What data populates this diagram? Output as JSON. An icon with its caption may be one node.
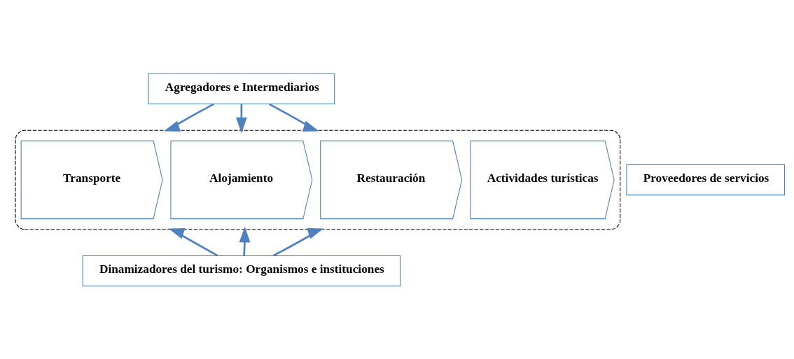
{
  "diagram": {
    "nodes": [
      {
        "text": [
          "Agregadores e Intermediarios"
        ]
      },
      {
        "text": [],
        "shape": "box"
      },
      {
        "text": [
          "Proveedores de servicios"
        ]
      },
      {
        "text": [
          "Transporte"
        ],
        "in": 1
      },
      {
        "text": [
          "Alojamiento"
        ],
        "in": 1
      },
      {
        "text": [
          "Restauración"
        ],
        "in": 1
      },
      {
        "text": [
          "Actividades turísticas"
        ],
        "in": 1
      },
      {
        "text": [
          "Dinamizadores del turismo: Organismos e instituciones"
        ]
      }
    ],
    "edges": [
      {
        "from": 0,
        "to": 1,
        "arrow": "to"
      },
      {
        "from": 0,
        "to": 1,
        "arrow": "to"
      },
      {
        "from": 0,
        "to": 1,
        "arrow": "to"
      },
      {
        "from": 7,
        "to": 1,
        "arrow": "to"
      },
      {
        "from": 7,
        "to": 1,
        "arrow": "to"
      },
      {
        "from": 7,
        "to": 1,
        "arrow": "to"
      }
    ]
  }
}
